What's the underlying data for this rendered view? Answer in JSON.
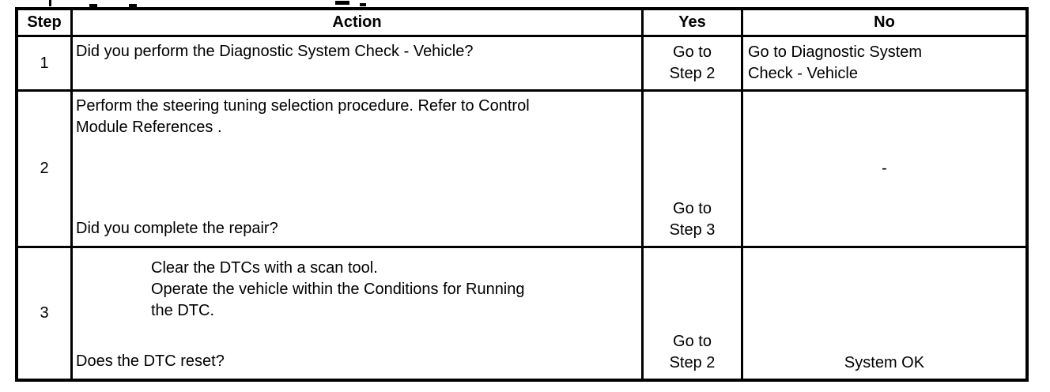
{
  "table": {
    "headers": {
      "step": "Step",
      "action": "Action",
      "yes": "Yes",
      "no": "No"
    },
    "rows": [
      {
        "step": "1",
        "action_question": "Did you perform the Diagnostic System Check - Vehicle?",
        "yes": "Go to\nStep 2",
        "no": "Go to Diagnostic System\nCheck - Vehicle"
      },
      {
        "step": "2",
        "action_body": "Perform the steering tuning selection procedure. Refer to Control\nModule References .",
        "action_question": "Did you complete the repair?",
        "yes": "Go to\nStep 3",
        "no": "-"
      },
      {
        "step": "3",
        "action_list": "Clear the DTCs with a scan tool.\nOperate the vehicle within the Conditions for Running\nthe DTC.",
        "action_question": "Does the DTC reset?",
        "yes": "Go to\nStep 2",
        "no": "System OK"
      }
    ]
  }
}
